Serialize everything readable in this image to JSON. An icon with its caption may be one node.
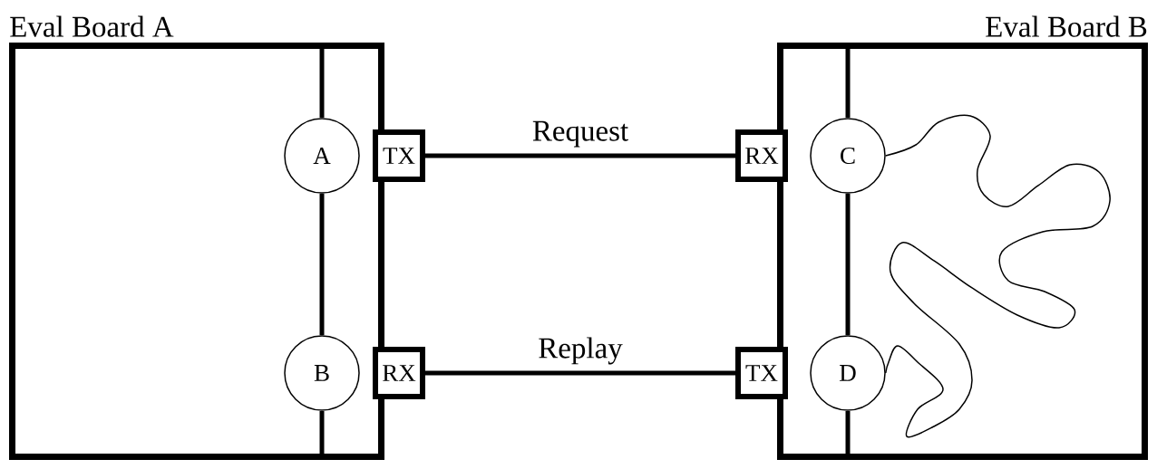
{
  "diagram": {
    "nodes": [
      {
        "text": [
          "Eval Board A"
        ]
      },
      {
        "text": [
          "A"
        ],
        "in": 0
      },
      {
        "text": [
          "B"
        ],
        "in": 0
      },
      {
        "text": [
          "TX"
        ]
      },
      {
        "text": [
          "RX"
        ]
      },
      {
        "text": [
          "Eval Board B"
        ]
      },
      {
        "text": [
          "RX"
        ]
      },
      {
        "text": [
          "TX"
        ]
      },
      {
        "text": [
          "C"
        ],
        "in": 5
      },
      {
        "text": [
          "D"
        ],
        "in": 5
      }
    ],
    "edges": [
      {
        "from": 3,
        "to": 6,
        "arrow": "none",
        "label": "Request"
      },
      {
        "from": 4,
        "to": 7,
        "arrow": "none",
        "label": "Replay"
      },
      {
        "from": 1,
        "to": 2,
        "arrow": "none"
      },
      {
        "from": 8,
        "to": 9,
        "arrow": "none"
      },
      {
        "from": 8,
        "to": 9,
        "arrow": "none"
      }
    ]
  }
}
